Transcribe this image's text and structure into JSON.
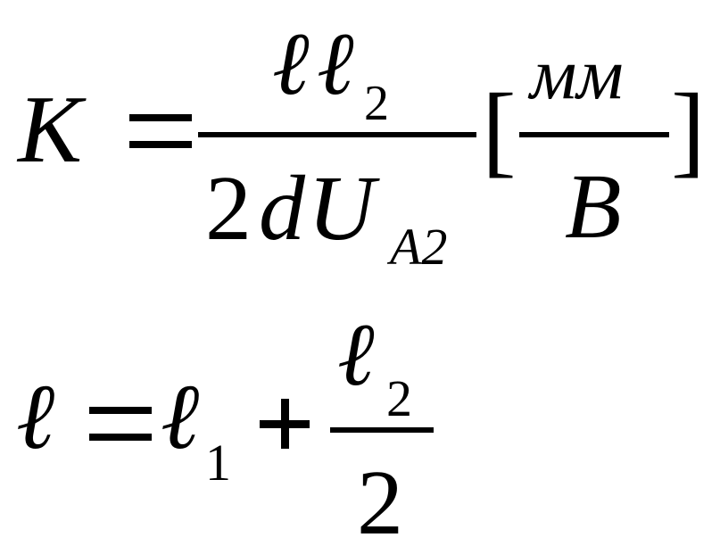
{
  "formula1": {
    "lhs": "K",
    "equals": "=",
    "numerator": {
      "ell_a": "ℓ",
      "ell_b": "ℓ",
      "sub": "2"
    },
    "denominator": {
      "coef": "2",
      "d": "d",
      "U": "U",
      "sub": "A2"
    },
    "unit": {
      "open": "[",
      "num": "мм",
      "den": "В",
      "close": "]"
    }
  },
  "formula2": {
    "lhs": "ℓ",
    "equals": "=",
    "ell1": "ℓ",
    "sub1": "1",
    "plus": "+",
    "frac_num_ell": "ℓ",
    "frac_num_sub": "2",
    "frac_den": "2"
  }
}
